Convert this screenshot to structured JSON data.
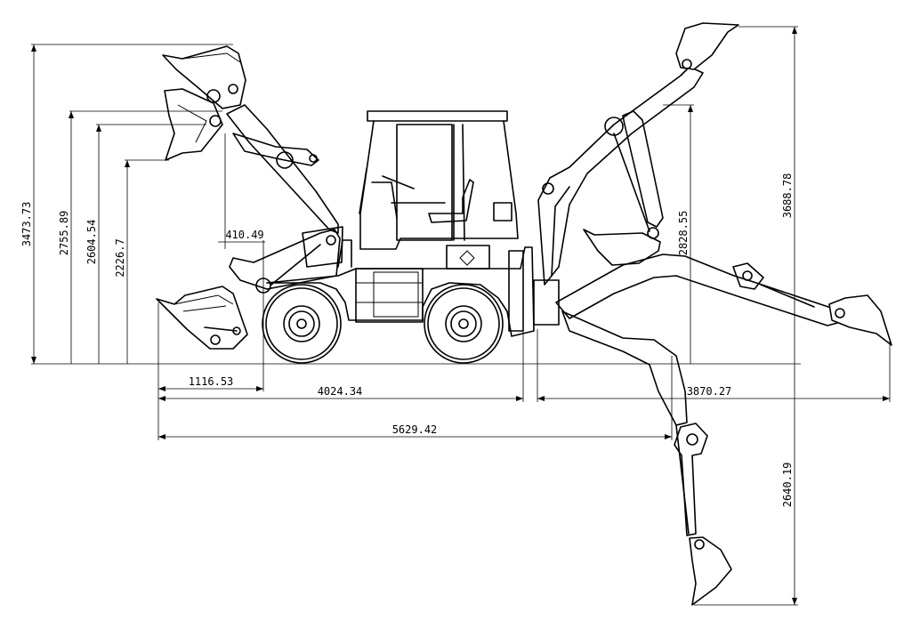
{
  "dimensions": {
    "total_height_left": "3473.73",
    "height_2755": "2755.89",
    "height_2604": "2604.54",
    "height_2226": "2226.7",
    "reach_410": "410.49",
    "reach_1116": "1116.53",
    "length_4024": "4024.34",
    "length_5629": "5629.42",
    "reach_3870": "3870.27",
    "height_2828": "2828.55",
    "height_3688": "3688.78",
    "depth_2640": "2640.19"
  }
}
